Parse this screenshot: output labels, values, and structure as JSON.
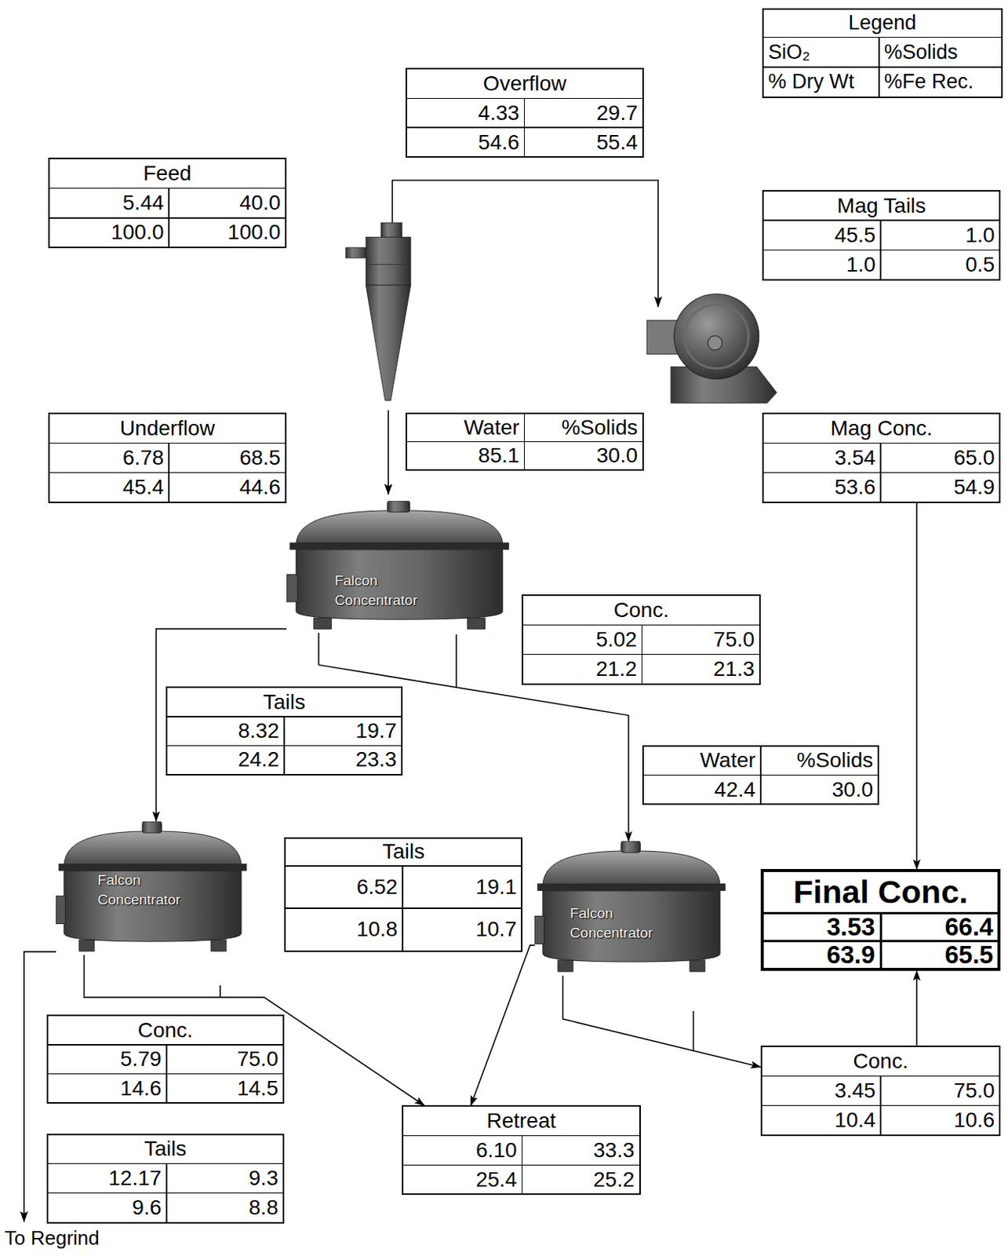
{
  "diagram": {
    "nodes": [
      {
        "text": [
          "Legend",
          "SiO₂",
          "%Solids",
          "% Dry Wt",
          "%Fe Rec."
        ]
      },
      {
        "text": [
          "Overflow",
          "4.33",
          "29.7",
          "54.6",
          "55.4"
        ]
      },
      {
        "text": [
          "Feed",
          "5.44",
          "40.0",
          "100.0",
          "100.0"
        ]
      },
      {
        "text": [
          "Mag Tails",
          "45.5",
          "1.0",
          "1.0",
          "0.5"
        ]
      },
      {
        "text": [
          "Underflow",
          "6.78",
          "68.5",
          "45.4",
          "44.6"
        ]
      },
      {
        "text": [
          "Water",
          "%Solids",
          "85.1",
          "30.0"
        ]
      },
      {
        "text": [
          "Mag Conc.",
          "3.54",
          "65.0",
          "53.6",
          "54.9"
        ]
      },
      {
        "text": [
          "Falcon Concentrator"
        ]
      },
      {
        "text": [
          "Conc.",
          "5.02",
          "75.0",
          "21.2",
          "21.3"
        ]
      },
      {
        "text": [
          "Tails",
          "8.32",
          "19.7",
          "24.2",
          "23.3"
        ]
      },
      {
        "text": [
          "Water",
          "%Solids",
          "42.4",
          "30.0"
        ]
      },
      {
        "text": [
          "Falcon Concentrator"
        ]
      },
      {
        "text": [
          "Tails",
          "6.52",
          "19.1",
          "10.8",
          "10.7"
        ]
      },
      {
        "text": [
          "Falcon Concentrator"
        ]
      },
      {
        "text": [
          "Final Conc.",
          "3.53",
          "66.4",
          "63.9",
          "65.5"
        ]
      },
      {
        "text": [
          "Conc.",
          "5.79",
          "75.0",
          "14.6",
          "14.5"
        ]
      },
      {
        "text": [
          "Retreat",
          "6.10",
          "33.3",
          "25.4",
          "25.2"
        ]
      },
      {
        "text": [
          "Conc.",
          "3.45",
          "75.0",
          "10.4",
          "10.6"
        ]
      },
      {
        "text": [
          "Tails",
          "12.17",
          "9.3",
          "9.6",
          "8.8"
        ]
      }
    ],
    "edges": [
      {
        "from": 7,
        "to": 11,
        "arrow": "to"
      },
      {
        "from": 7,
        "to": 13,
        "arrow": "to"
      },
      {
        "from": 11,
        "to": 16,
        "arrow": "to"
      },
      {
        "from": 13,
        "to": 16,
        "arrow": "to"
      },
      {
        "from": 13,
        "to": 17,
        "arrow": "to"
      },
      {
        "from": 17,
        "to": 14,
        "arrow": "to"
      },
      {
        "from": 6,
        "to": 14,
        "arrow": "to"
      }
    ],
    "labels": [
      "To Regrind"
    ]
  }
}
